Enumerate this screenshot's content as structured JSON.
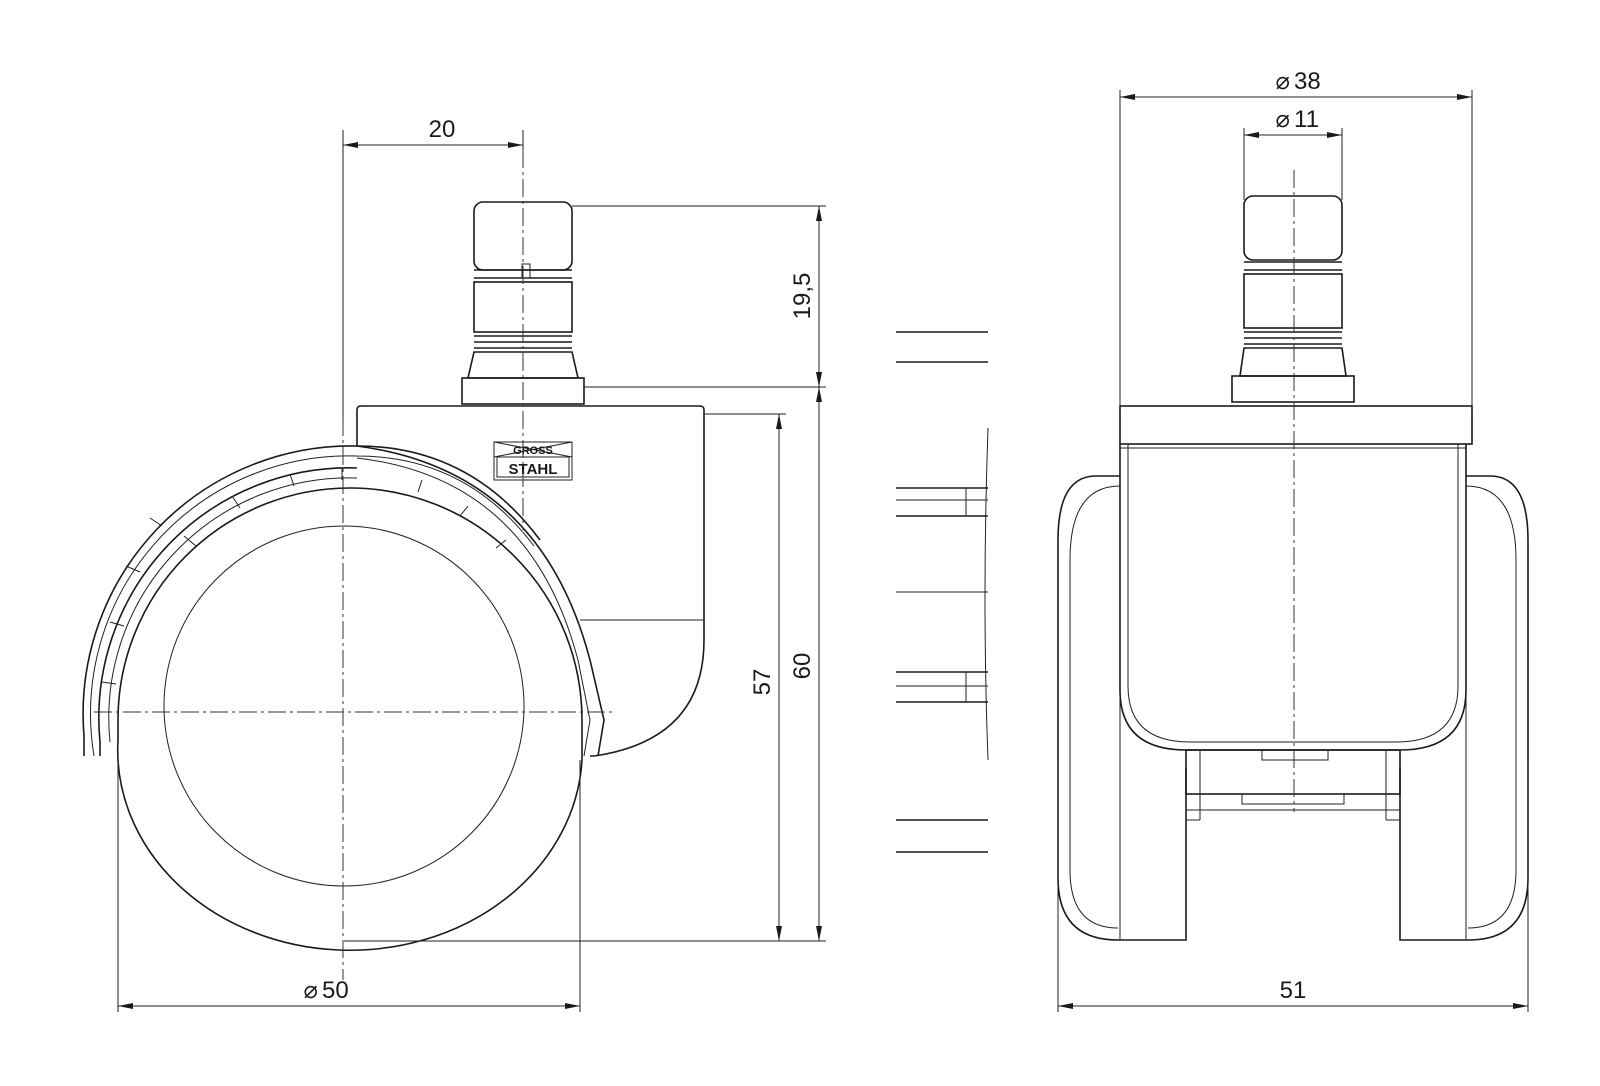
{
  "dimensions": {
    "top_width": "20",
    "stem_height": "19,5",
    "body_height": "57",
    "total_height": "60",
    "wheel_diameter": "50",
    "housing_diameter": "38",
    "stem_diameter": "11",
    "total_width": "51"
  },
  "symbols": {
    "diameter": "⌀"
  },
  "logo": {
    "line1": "GROSS",
    "line2": "STAHL"
  }
}
